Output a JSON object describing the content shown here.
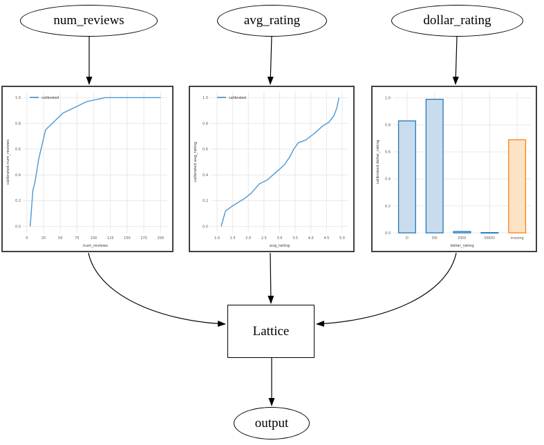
{
  "diagram": {
    "nodes": {
      "num_reviews": {
        "label": "num_reviews"
      },
      "avg_rating": {
        "label": "avg_rating"
      },
      "dollar_rating": {
        "label": "dollar_rating"
      },
      "lattice": {
        "label": "Lattice"
      },
      "output": {
        "label": "output"
      }
    },
    "edge_color": "#000000",
    "node_border_color": "#000000"
  },
  "chart_data": [
    {
      "type": "line",
      "title": "",
      "xlabel": "num_reviews",
      "ylabel": "calibrated num_reviews",
      "legend": [
        "calibrated"
      ],
      "legend_position": "upper left",
      "grid": true,
      "line_color": "#4d96d2",
      "xlim": [
        -5,
        210
      ],
      "ylim": [
        -0.05,
        1.05
      ],
      "xticks": {
        "values": [
          0,
          25,
          50,
          75,
          100,
          125,
          150,
          175,
          200
        ],
        "labels": [
          "0",
          "25",
          "50",
          "75",
          "100",
          "125",
          "150",
          "175",
          "200"
        ]
      },
      "yticks": {
        "values": [
          0,
          0.2,
          0.4,
          0.6,
          0.8,
          1.0
        ],
        "labels": [
          "0.0",
          "0.2",
          "0.4",
          "0.6",
          "0.8",
          "1.0"
        ]
      },
      "series": [
        {
          "name": "calibrated",
          "x": [
            5,
            9,
            12,
            18,
            28,
            54,
            70,
            90,
            117,
            200
          ],
          "y": [
            0.0,
            0.28,
            0.34,
            0.53,
            0.75,
            0.88,
            0.92,
            0.97,
            1.0,
            1.0
          ]
        }
      ]
    },
    {
      "type": "line",
      "title": "",
      "xlabel": "avg_rating",
      "ylabel": "calibrated avg_rating",
      "legend": [
        "calibrated"
      ],
      "legend_position": "upper left",
      "grid": true,
      "line_color": "#4d96d2",
      "xlim": [
        0.8,
        5.2
      ],
      "ylim": [
        -0.05,
        1.05
      ],
      "xticks": {
        "values": [
          1,
          1.5,
          2,
          2.5,
          3,
          3.5,
          4,
          4.5,
          5
        ],
        "labels": [
          "1.0",
          "1.5",
          "2.0",
          "2.5",
          "3.0",
          "3.5",
          "4.0",
          "4.5",
          "5.0"
        ]
      },
      "yticks": {
        "values": [
          0,
          0.2,
          0.4,
          0.6,
          0.8,
          1.0
        ],
        "labels": [
          "0.0",
          "0.2",
          "0.4",
          "0.6",
          "0.8",
          "1.0"
        ]
      },
      "series": [
        {
          "name": "calibrated",
          "x": [
            1.13,
            1.27,
            1.5,
            1.9,
            2.1,
            2.35,
            2.6,
            2.93,
            3.16,
            3.35,
            3.45,
            3.6,
            3.83,
            4.1,
            4.38,
            4.58,
            4.74,
            4.83,
            4.9
          ],
          "y": [
            0.0,
            0.12,
            0.16,
            0.22,
            0.26,
            0.33,
            0.36,
            0.43,
            0.48,
            0.55,
            0.6,
            0.65,
            0.67,
            0.72,
            0.78,
            0.81,
            0.86,
            0.92,
            1.0
          ]
        }
      ]
    },
    {
      "type": "bar",
      "title": "",
      "xlabel": "dollar_rating",
      "ylabel": "calibrated dollar_rating",
      "legend": null,
      "grid": true,
      "ylim": [
        0,
        1.05
      ],
      "yticks": {
        "values": [
          0,
          0.2,
          0.4,
          0.6,
          0.8,
          1.0
        ],
        "labels": [
          "0.0",
          "0.2",
          "0.4",
          "0.6",
          "0.8",
          "1.0"
        ]
      },
      "categories": [
        "D",
        "DD",
        "DDD",
        "DDDD",
        "missing"
      ],
      "values": [
        0.83,
        0.99,
        0.01,
        0.002,
        0.69
      ],
      "bar_fill": [
        "#c9dcee",
        "#c9dcee",
        "#c9dcee",
        "#c9dcee",
        "#fde3c5"
      ],
      "bar_edge": [
        "#2077b4",
        "#2077b4",
        "#2077b4",
        "#2077b4",
        "#ff7f0e"
      ]
    }
  ],
  "style": {
    "grid_color": "#e8e8e8",
    "tick_color": "#555555",
    "axis_label_color": "#333333"
  }
}
